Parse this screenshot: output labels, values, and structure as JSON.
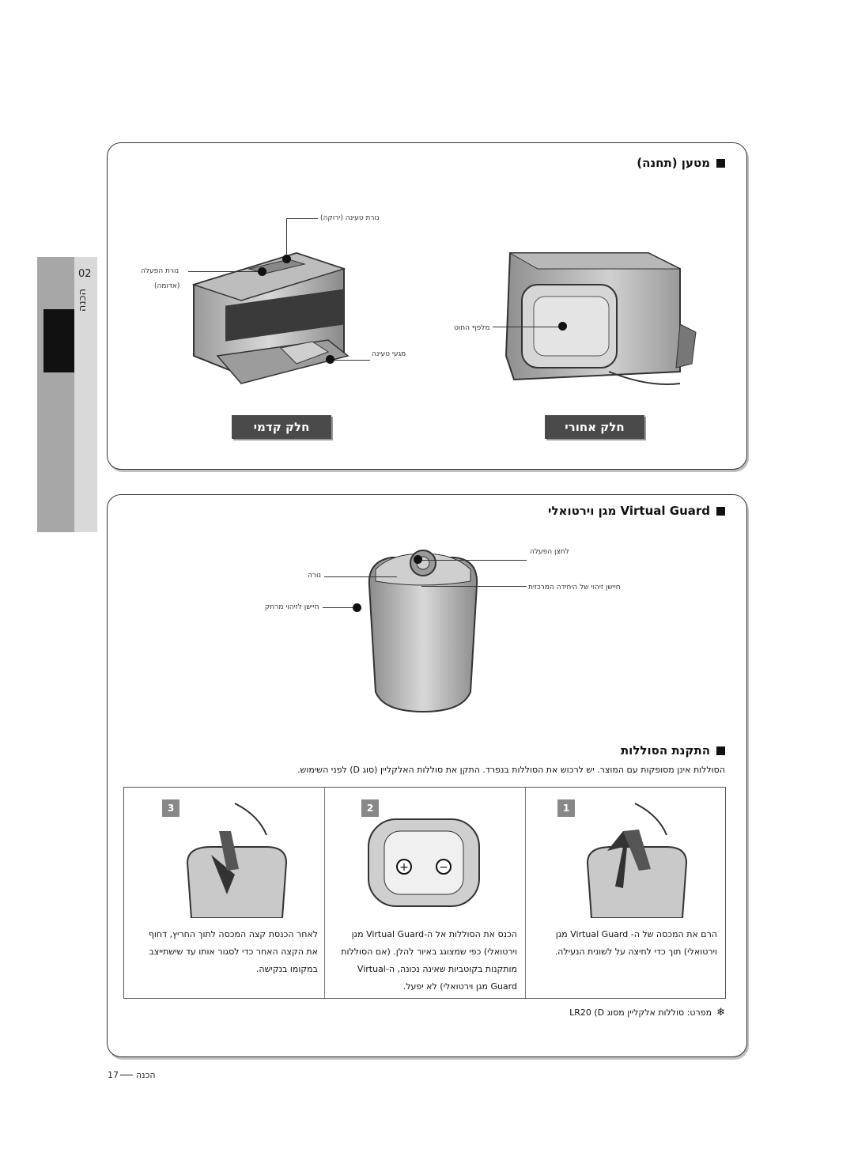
{
  "side_tab": {
    "chapter_label": "הכנה",
    "chapter_number": "02"
  },
  "section_station": {
    "title": "מטען (תחנה)",
    "callouts": {
      "charge_indicator": "נורת טעינה (ירוקה)",
      "power_light": "נורת הפעלה",
      "power_light_sub": "(אדומה)",
      "charging_contacts": "מגעי טעינה",
      "heat_sink": "מלפף החוט"
    },
    "front_label": "חלק קדמי",
    "back_label": "חלק אחורי"
  },
  "section_guard": {
    "title": "Virtual Guard מגן וירטואלי",
    "callouts": {
      "power_button": "לחצן הפעלה",
      "lamp": "נורה",
      "direction_sensor": "חיישן זיהוי של היחידה המרכזית",
      "obstacle_sensor": "חיישן לזיהוי מרחק"
    }
  },
  "section_batteries": {
    "title": "התקנת הסוללות",
    "intro": "הסוללות אינן מסופקות עם המוצר. יש לרכוש את הסוללות בנפרד. התקן את סוללות האלקליין (סוג D) לפני השימוש.",
    "steps": [
      {
        "number": "1",
        "lines": [
          "הרם את המכסה של ה- Virtual Guard מגן",
          "וירטואלי) תוך כדי לחיצה על לשונית הנעילה."
        ]
      },
      {
        "number": "2",
        "lines": [
          "הכנס את הסוללות אל ה-Virtual Guard מגן",
          "וירטואלי) כפי שמצוגג באיור להלן. (אם הסוללות",
          "מותקנות בקוטביות שאינה נכונה, ה-Virtual",
          "Guard מגן וירטואלי) לא יפעל."
        ]
      },
      {
        "number": "3",
        "lines": [
          "לאחר הכנסת קצה המכסה לתוך החריץ, דחוף",
          "את הקצה האחר כדי לסגור אותו עד שישתייצב",
          "במקומו בנקישה."
        ]
      }
    ],
    "note": "מפרט: סוללות אלקליין מסוג LR20 (D"
  },
  "footer": {
    "label": "הכנה",
    "page": "17"
  },
  "colors": {
    "panel_border": "#333333",
    "label_bg": "#4a4a4a",
    "tab_dark": "#111111"
  }
}
